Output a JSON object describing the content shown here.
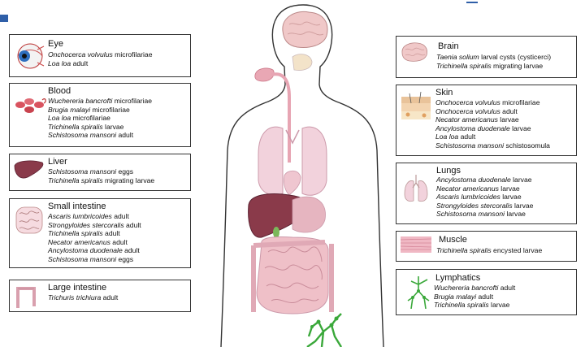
{
  "boxes": {
    "eye": {
      "title": "Eye",
      "lines": [
        {
          "org": "Onchocerca volvulus",
          "stage": "microfilariae"
        },
        {
          "org": "Loa loa",
          "stage": "adult"
        }
      ]
    },
    "blood": {
      "title": "Blood",
      "lines": [
        {
          "org": "Wuchereria bancrofti",
          "stage": "microfilariae"
        },
        {
          "org": "Brugia malayi",
          "stage": "microfilariae"
        },
        {
          "org": "Loa loa",
          "stage": "microfilariae"
        },
        {
          "org": "Trichinella spiralis",
          "stage": "larvae"
        },
        {
          "org": "Schistosoma mansoni",
          "stage": "adult"
        }
      ]
    },
    "liver": {
      "title": "Liver",
      "lines": [
        {
          "org": "Schistosoma mansoni",
          "stage": "eggs"
        },
        {
          "org": "Trichinella spiralis",
          "stage": "migrating larvae"
        }
      ]
    },
    "small_intestine": {
      "title": "Small intestine",
      "lines": [
        {
          "org": "Ascaris lumbricoides",
          "stage": "adult"
        },
        {
          "org": "Strongyloides stercoralis",
          "stage": "adult"
        },
        {
          "org": "Trichinella spiralis",
          "stage": "adult"
        },
        {
          "org": "Necator americanus",
          "stage": "adult"
        },
        {
          "org": "Ancylostoma duodenale",
          "stage": "adult"
        },
        {
          "org": "Schistosoma mansoni",
          "stage": "eggs"
        }
      ]
    },
    "large_intestine": {
      "title": "Large intestine",
      "lines": [
        {
          "org": "Trichuris trichiura",
          "stage": "adult"
        }
      ]
    },
    "brain": {
      "title": "Brain",
      "lines": [
        {
          "org": "Taenia solium",
          "stage": "larval cysts (cysticerci)"
        },
        {
          "org": "Trichinella spiralis",
          "stage": "migrating larvae"
        }
      ]
    },
    "skin": {
      "title": "Skin",
      "lines": [
        {
          "org": "Onchocerca volvulus",
          "stage": "microfilariae"
        },
        {
          "org": "Onchocerca volvulus",
          "stage": "adult"
        },
        {
          "org": "Necator americanus",
          "stage": "larvae"
        },
        {
          "org": "Ancylostoma duodenale",
          "stage": "larvae"
        },
        {
          "org": "Loa loa",
          "stage": "adult"
        },
        {
          "org": "Schistosoma mansoni",
          "stage": "schistosomula"
        }
      ]
    },
    "lungs": {
      "title": "Lungs",
      "lines": [
        {
          "org": "Ancylostoma duodenale",
          "stage": "larvae"
        },
        {
          "org": "Necator americanus",
          "stage": "larvae"
        },
        {
          "org": "Ascaris lumbricoides",
          "stage": "larvae"
        },
        {
          "org": "Strongyloides stercoralis",
          "stage": "larvae"
        },
        {
          "org": "Schistosoma mansoni",
          "stage": "larvae"
        }
      ]
    },
    "muscle": {
      "title": "Muscle",
      "lines": [
        {
          "org": "Trichinella spiralis",
          "stage": "encysted larvae"
        }
      ]
    },
    "lymphatics": {
      "title": "Lymphatics",
      "lines": [
        {
          "org": "Wuchereria bancrofti",
          "stage": "adult"
        },
        {
          "org": "Brugia malayi",
          "stage": "adult"
        },
        {
          "org": "Trichinella spiralis",
          "stage": "larvae"
        }
      ]
    }
  },
  "icons": {
    "eye": "eye-icon",
    "blood": "red-blood-cells-icon",
    "liver": "liver-icon",
    "small_intestine": "small-intestine-icon",
    "large_intestine": "large-intestine-icon",
    "brain": "brain-icon",
    "skin": "skin-layers-icon",
    "lungs": "lungs-icon",
    "muscle": "muscle-fibers-icon",
    "lymphatics": "lymph-vessels-icon"
  },
  "colors": {
    "outline": "#333333",
    "brain": "#f0c8c8",
    "digestive": "#e8b0bc",
    "liver": "#8a3a4a",
    "lungs": "#f2d2dc",
    "lymph": "#3aa83a",
    "accent": "#2f5fa8"
  }
}
